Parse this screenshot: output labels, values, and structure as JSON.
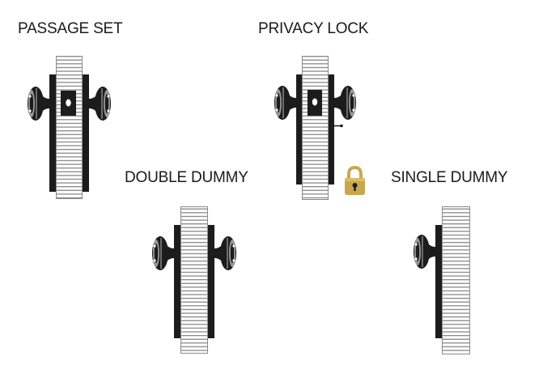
{
  "diagram": {
    "items": [
      {
        "id": "passage-set",
        "label": "PASSAGE SET",
        "knobs": 2,
        "privacy_button": false,
        "lock_icon": false,
        "center_latch_plate": true
      },
      {
        "id": "privacy-lock",
        "label": "PRIVACY LOCK",
        "knobs": 2,
        "privacy_button": true,
        "lock_icon": true,
        "center_latch_plate": true
      },
      {
        "id": "double-dummy",
        "label": "DOUBLE DUMMY",
        "knobs": 2,
        "privacy_button": false,
        "lock_icon": false,
        "center_latch_plate": false
      },
      {
        "id": "single-dummy",
        "label": "SINGLE DUMMY",
        "knobs": 1,
        "privacy_button": false,
        "lock_icon": false,
        "center_latch_plate": false
      }
    ],
    "colors": {
      "hardware": "#1c1c1c",
      "door_stripes": "#8a8a8a",
      "lock_body": "#c9a74e",
      "text": "#1a1a1a"
    }
  }
}
